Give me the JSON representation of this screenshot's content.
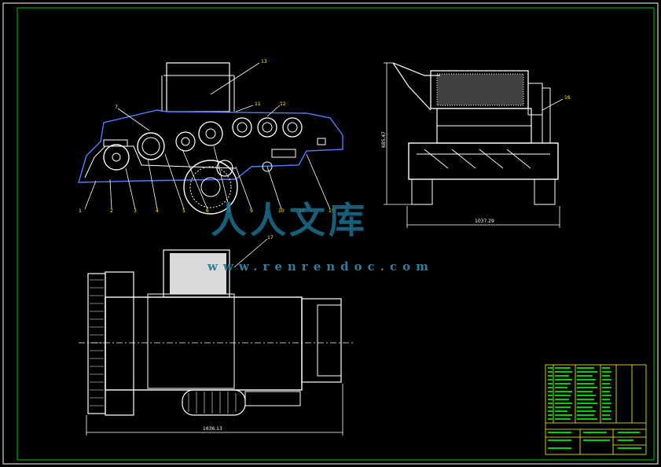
{
  "drawing": {
    "front_view_part_numbers": [
      "1",
      "2",
      "3",
      "4",
      "5",
      "6",
      "7",
      "8",
      "9",
      "10",
      "11",
      "12",
      "13",
      "14",
      "15",
      "16",
      "17"
    ],
    "side_view_height_dim": "685.47",
    "side_view_width_dim": "1037.29",
    "top_view_length_dim": "1636.13",
    "watermark_cn": "人人文库",
    "watermark_url": "www.renrendoc.com"
  },
  "colors": {
    "frame": "#ffffff",
    "border": "#00c800",
    "outline": "#ffffff",
    "blue": "#4f7fff",
    "yellow": "#ffff00",
    "green": "#00d000"
  }
}
